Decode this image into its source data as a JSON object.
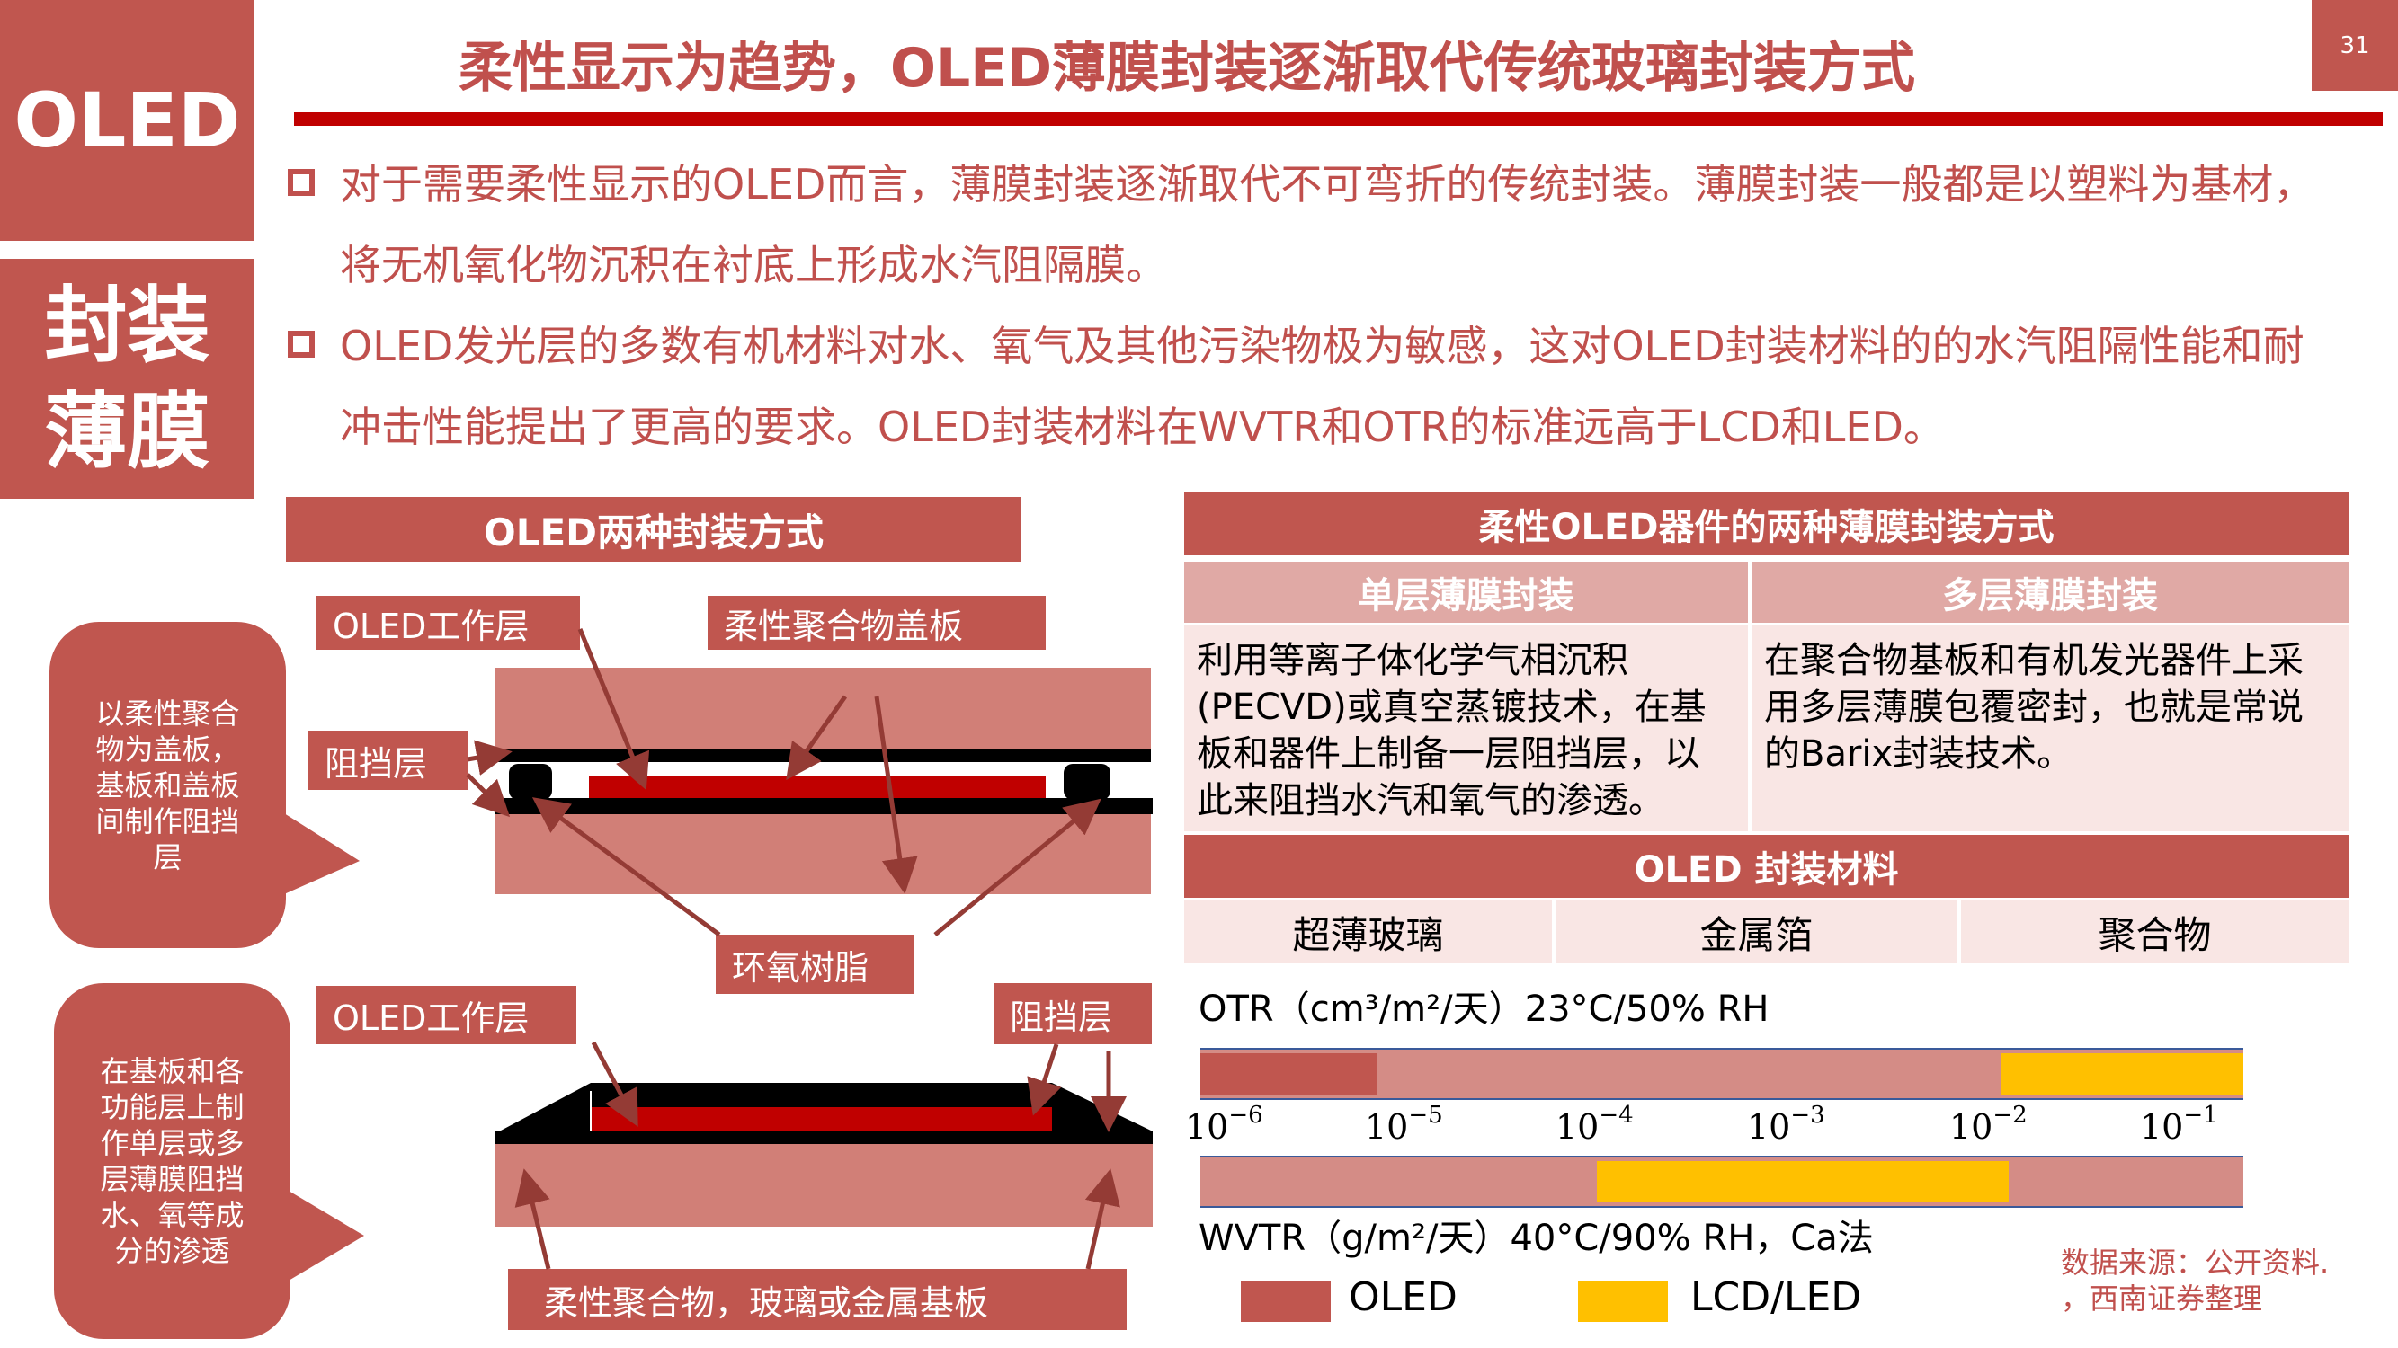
{
  "sidebar": {
    "tag_top": "OLED",
    "tag_bottom_line1": "封装",
    "tag_bottom_line2": "薄膜"
  },
  "header": {
    "title": "柔性显示为趋势，OLED薄膜封装逐渐取代传统玻璃封装方式",
    "page_number": "31"
  },
  "bullets": [
    {
      "text": "对于需要柔性显示的OLED而言，薄膜封装逐渐取代不可弯折的传统封装。薄膜封装一般都是以塑料为基材，将无机氧化物沉积在衬底上形成水汽阻隔膜。"
    },
    {
      "text": "OLED发光层的多数有机材料对水、氧气及其他污染物极为敏感，这对OLED封装材料的的水汽阻隔性能和耐冲击性能提出了更高的要求。OLED封装材料在WVTR和OTR的标准远高于LCD和LED。"
    }
  ],
  "left_diagram": {
    "title": "OLED两种封装方式",
    "top": {
      "callout": "以柔性聚合物为盖板，基板和盖板间制作阻挡层",
      "labels": {
        "oled_layer": "OLED工作层",
        "cover": "柔性聚合物盖板",
        "barrier": "阻挡层",
        "epoxy": "环氧树脂"
      }
    },
    "bottom": {
      "callout": "在基板和各功能层上制作单层或多层薄膜阻挡水、氧等成分的渗透",
      "labels": {
        "oled_layer": "OLED工作层",
        "barrier": "阻挡层",
        "substrate": "柔性聚合物，玻璃或金属基板"
      }
    }
  },
  "right_table": {
    "title": "柔性OLED器件的两种薄膜封装方式",
    "columns": [
      {
        "header": "单层薄膜封装",
        "body": "利用等离子体化学气相沉积(PECVD)或真空蒸镀技术，在基板和器件上制备一层阻挡层，以此来阻挡水汽和氧气的渗透。"
      },
      {
        "header": "多层薄膜封装",
        "body": "在聚合物基板和有机发光器件上采用多层薄膜包覆密封，也就是常说的Barix封装技术。"
      }
    ]
  },
  "materials": {
    "title": "OLED 封装材料",
    "items": [
      "超薄玻璃",
      "金属箔",
      "聚合物"
    ]
  },
  "chart_data": {
    "type": "bar",
    "title": "OLED 封装材料",
    "scale": "log",
    "ticks": [
      "10^-6",
      "10^-5",
      "10^-4",
      "10^-3",
      "10^-2",
      "10^-1"
    ],
    "tick_base": "10",
    "tick_exponents": [
      "−6",
      "−5",
      "−4",
      "−3",
      "−2",
      "−1"
    ],
    "series": [
      {
        "name": "OTR",
        "label": "OTR（cm³/m²/天）23°C/50% RH",
        "OLED_range": [
          1e-06,
          1e-05
        ],
        "LCD/LED_range": [
          0.01,
          0.1
        ]
      },
      {
        "name": "WVTR",
        "label": "WVTR（g/m²/天）40°C/90% RH，Ca法",
        "OLED_range": null,
        "LCD/LED_range": [
          0.0001,
          0.01
        ]
      }
    ],
    "legend": [
      {
        "name": "OLED",
        "color": "#c0564f"
      },
      {
        "name": "LCD/LED",
        "color": "#ffc000"
      }
    ]
  },
  "chart_labels": {
    "otr": "OTR（cm³/m²/天）23°C/50% RH",
    "wvtr": "WVTR（g/m²/天）40°C/90% RH，Ca法",
    "legend_oled": "OLED",
    "legend_lcd": "LCD/LED"
  },
  "source": {
    "line1": "数据来源：公开资料.",
    "line2": "，西南证券整理"
  },
  "colors": {
    "brand_red": "#c0564f",
    "rule_red": "#c00000",
    "slab_pink": "#d17f77",
    "bar_pink": "#d48c86",
    "lcd_yellow": "#ffc000"
  }
}
